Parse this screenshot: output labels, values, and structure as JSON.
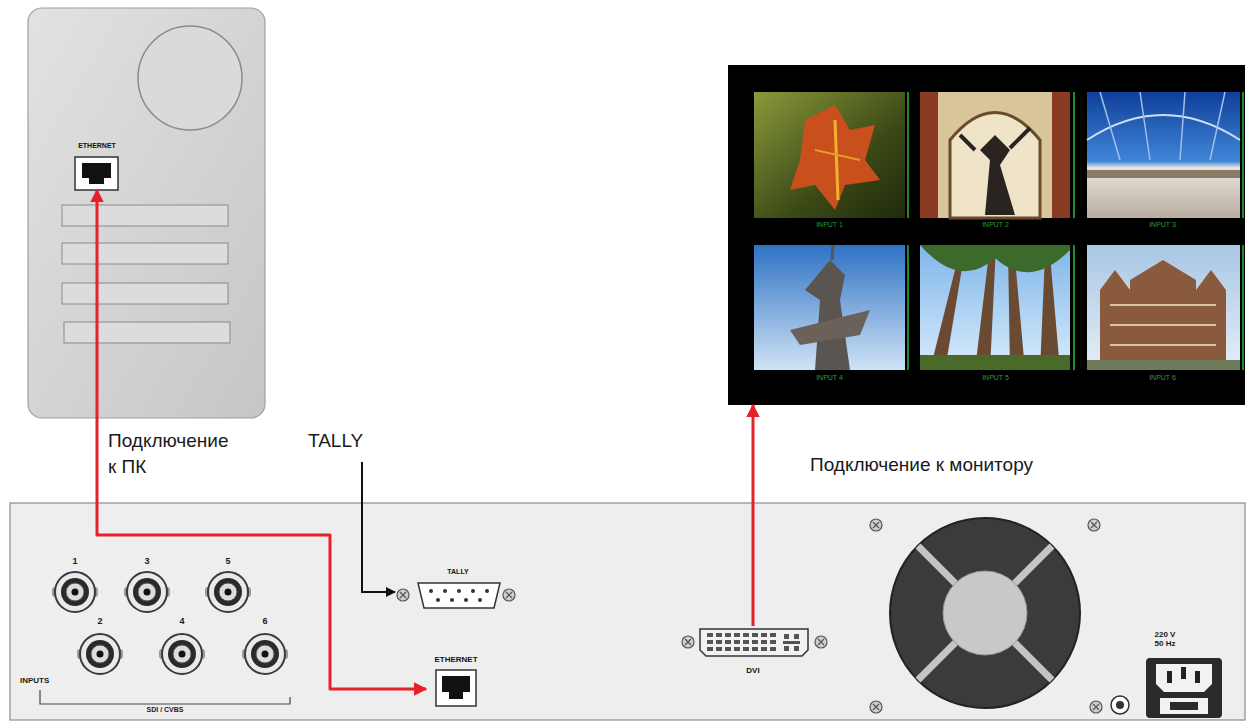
{
  "diagram": {
    "nodes": [
      {
        "text": [
          "ETHERNET"
        ]
      },
      {
        "text": [
          "INPUT 1",
          "INPUT 2",
          "INPUT 3",
          "INPUT 4",
          "INPUT 5",
          "INPUT 6"
        ]
      },
      {
        "text": [
          "TALLY"
        ]
      },
      {
        "text": [
          "ETHERNET"
        ]
      },
      {
        "text": [
          "DVI"
        ]
      }
    ],
    "edges": [
      {
        "from": 3,
        "to": 0,
        "arrow": "both"
      },
      {
        "from": 4,
        "to": 1,
        "arrow": "to"
      }
    ],
    "labels": [
      "Подключение к ПК",
      "TALLY",
      "Подключение к монитору",
      "1",
      "2",
      "3",
      "4",
      "5",
      "6",
      "INPUTS",
      "SDI / CVBS",
      "220 V 50 Hz"
    ]
  }
}
